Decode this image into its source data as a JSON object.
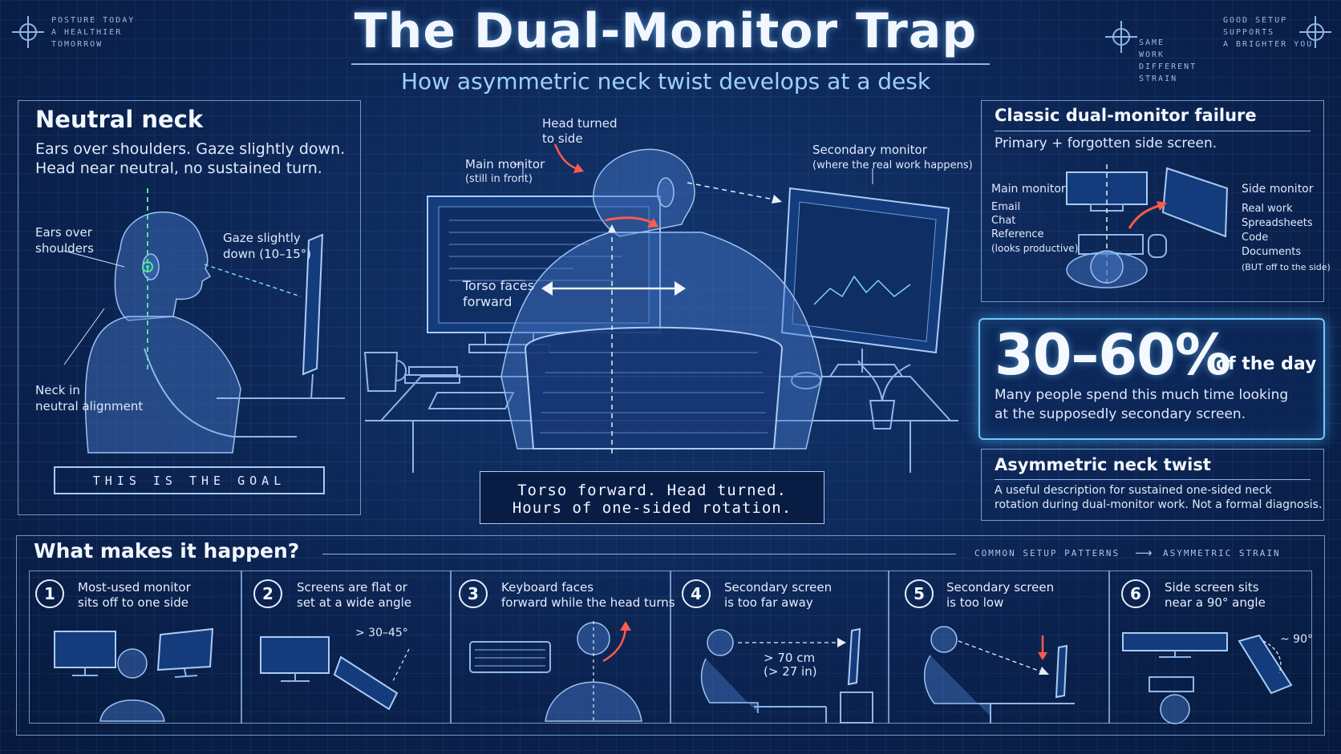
{
  "header": {
    "title": "The Dual-Monitor Trap",
    "subtitle": "How asymmetric neck twist develops at a desk",
    "left_note": "POSTURE TODAY\nA HEALTHIER\nTOMORROW",
    "right_note_a": "SAME\nWORK\nDIFFERENT\nSTRAIN",
    "right_note_b": "GOOD SETUP\nSUPPORTS\nA BRIGHTER YOU"
  },
  "neutral": {
    "title": "Neutral neck",
    "desc_line1": "Ears over shoulders. Gaze slightly down.",
    "desc_line2": "Head near neutral, no sustained turn.",
    "label_ears": "Ears over\nshoulders",
    "label_gaze": "Gaze slightly\ndown (10–15°)",
    "label_neck": "Neck in\nneutral alignment",
    "goal": "THIS IS THE GOAL"
  },
  "center": {
    "head_turned": "Head turned\nto side",
    "main_monitor": "Main monitor",
    "main_monitor_sub": "(still in front)",
    "secondary_monitor": "Secondary monitor",
    "secondary_monitor_sub": "(where the real work happens)",
    "torso_faces": "Torso faces\nforward",
    "caption_line1": "Torso forward. Head turned.",
    "caption_line2": "Hours of one-sided rotation."
  },
  "failure": {
    "title": "Classic dual-monitor failure",
    "subtitle": "Primary + forgotten side screen.",
    "main_label": "Main monitor",
    "main_items": [
      "Email",
      "Chat",
      "Reference",
      "(looks productive)"
    ],
    "side_label": "Side monitor",
    "side_items": [
      "Real work",
      "Spreadsheets",
      "Code",
      "Documents",
      "(BUT off to the side)"
    ]
  },
  "stat": {
    "value": "30–60%",
    "suffix": "of the day",
    "desc_line1": "Many people spend this much time looking",
    "desc_line2": "at the supposedly secondary screen."
  },
  "twist": {
    "title": "Asymmetric neck twist",
    "desc_line1": "A useful description for sustained one-sided neck",
    "desc_line2": "rotation during dual-monitor work. Not a formal diagnosis."
  },
  "causes": {
    "title": "What makes it happen?",
    "flow_left": "COMMON SETUP PATTERNS",
    "flow_right": "ASYMMETRIC STRAIN",
    "steps": [
      {
        "num": "1",
        "text": "Most-used monitor\nsits off to one side"
      },
      {
        "num": "2",
        "text": "Screens are flat or\nset at a wide angle",
        "note": "> 30–45°"
      },
      {
        "num": "3",
        "text": "Keyboard faces\nforward while the head turns"
      },
      {
        "num": "4",
        "text": "Secondary screen\nis too far away",
        "note": "> 70 cm\n(> 27 in)"
      },
      {
        "num": "5",
        "text": "Secondary screen\nis too low"
      },
      {
        "num": "6",
        "text": "Side screen sits\nnear a 90° angle",
        "note": "~ 90°"
      }
    ]
  },
  "colors": {
    "accent": "#7fd3ff",
    "arrow": "#ff5a4e",
    "bg": "#0b2350"
  }
}
